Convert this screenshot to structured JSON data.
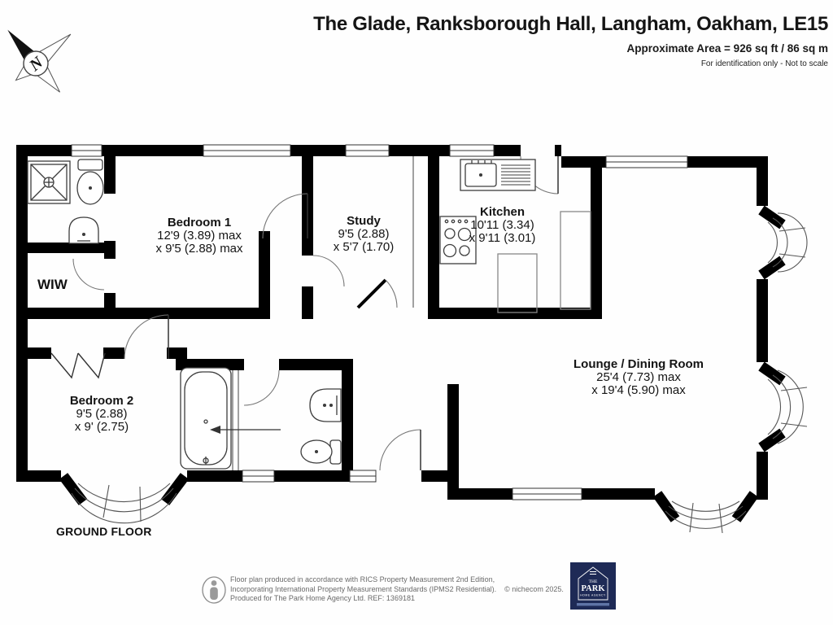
{
  "header": {
    "title": "The Glade, Ranksborough Hall, Langham, Oakham, LE15",
    "area": "Approximate Area = 926 sq ft / 86 sq m",
    "disclaimer": "For identification only - Not to scale"
  },
  "compass": {
    "north_label": "N"
  },
  "rooms": {
    "bedroom1": {
      "name": "Bedroom 1",
      "dim1": "12'9 (3.89) max",
      "dim2": "x 9'5 (2.88) max"
    },
    "wiw": {
      "name": "WIW"
    },
    "study": {
      "name": "Study",
      "dim1": "9'5 (2.88)",
      "dim2": "x 5'7 (1.70)"
    },
    "kitchen": {
      "name": "Kitchen",
      "dim1": "10'11 (3.34)",
      "dim2": "x 9'11 (3.01)"
    },
    "bedroom2": {
      "name": "Bedroom 2",
      "dim1": "9'5 (2.88)",
      "dim2": "x 9' (2.75)"
    },
    "lounge": {
      "name": "Lounge / Dining Room",
      "dim1": "25'4 (7.73) max",
      "dim2": "x 19'4 (5.90) max"
    }
  },
  "floor_label": "GROUND FLOOR",
  "footer": {
    "line1": "Floor plan produced in accordance with RICS Property Measurement 2nd Edition,",
    "line2": "Incorporating International Property Measurement Standards (IPMS2 Residential).",
    "copyright": "© nichecom 2025.",
    "line3": "Produced for The Park Home Agency Ltd.   REF: 1369181"
  },
  "logo": {
    "line1": "THE",
    "line2": "PARK",
    "line3": "HOME AGENCY"
  },
  "colors": {
    "wall": "#000000",
    "fixture": "#3d3d3d",
    "logo_navy": "#1e2a56",
    "footer_text": "#6a6a6a"
  }
}
